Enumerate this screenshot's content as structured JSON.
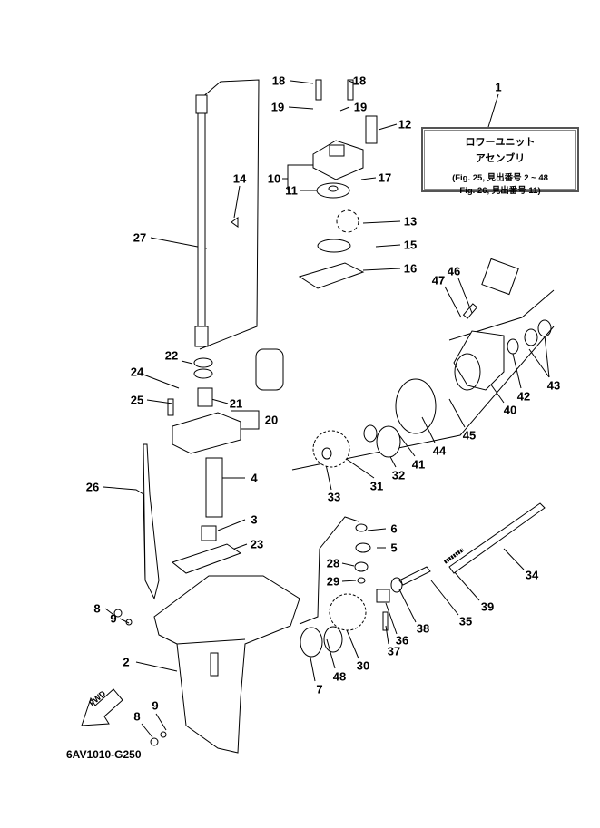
{
  "diagram": {
    "title_box": {
      "line1": "ロワーユニット",
      "line2": "アセンブリ",
      "line3": "(Fig. 25, 見出番号 2 ~ 48",
      "line4": "Fig. 26, 見出番号 11)"
    },
    "drawing_code": "6AV1010-G250",
    "fwd_label": "FWD",
    "callouts": [
      "1",
      "18",
      "18",
      "19",
      "19",
      "12",
      "10",
      "17",
      "11",
      "14",
      "13",
      "15",
      "16",
      "27",
      "46",
      "47",
      "22",
      "24",
      "21",
      "25",
      "20",
      "43",
      "42",
      "40",
      "45",
      "44",
      "41",
      "32",
      "31",
      "33",
      "26",
      "4",
      "3",
      "23",
      "6",
      "5",
      "34",
      "28",
      "29",
      "39",
      "35",
      "38",
      "8",
      "9",
      "36",
      "37",
      "30",
      "48",
      "7",
      "2",
      "9",
      "8"
    ]
  }
}
